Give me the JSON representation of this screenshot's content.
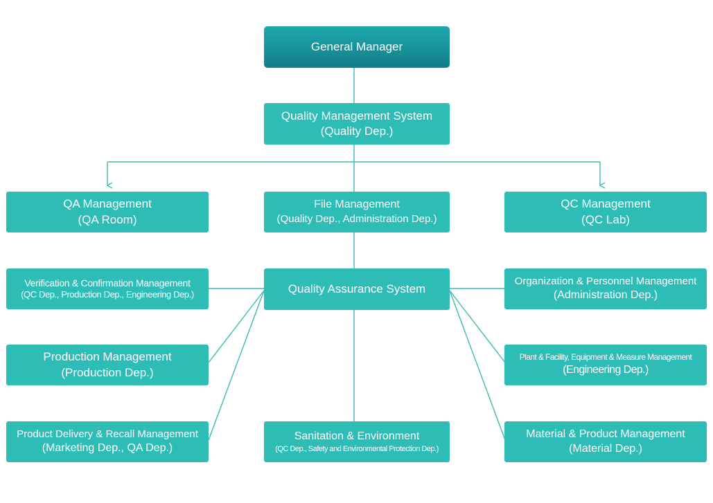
{
  "colors": {
    "node_fill": "#2dbdb6",
    "top_node_fill_start": "#1fa8ae",
    "top_node_fill_end": "#117e88",
    "connector": "#3bbab4",
    "text": "#ffffff"
  },
  "nodes": {
    "general_manager": {
      "line1": "General Manager"
    },
    "qms": {
      "line1": "Quality Management System",
      "line2": "(Quality Dep.)"
    },
    "qa_management": {
      "line1": "QA Management",
      "line2": "(QA Room)"
    },
    "file_management": {
      "line1": "File Management",
      "line2": "(Quality Dep., Administration Dep.)"
    },
    "qc_management": {
      "line1": "QC Management",
      "line2": "(QC Lab)"
    },
    "quality_assurance_system": {
      "line1": "Quality Assurance System"
    },
    "verification": {
      "line1": "Verification & Confirmation Management",
      "line2": "(QC Dep., Production Dep., Engineering Dep.)"
    },
    "production": {
      "line1": "Production Management",
      "line2": "(Production Dep.)"
    },
    "delivery": {
      "line1": "Product Delivery & Recall Management",
      "line2": "(Marketing Dep., QA Dep.)"
    },
    "sanitation": {
      "line1": "Sanitation & Environment",
      "line2": "(QC Dep., Safety and Environmental Protection Dep.)"
    },
    "organization": {
      "line1": "Organization & Personnel Management",
      "line2": "(Administration Dep.)"
    },
    "plant": {
      "line1": "Plant & Facility, Equipment & Measure Management",
      "line2": "(Engineering Dep.)"
    },
    "material": {
      "line1": "Material & Product Management",
      "line2": "(Material Dep.)"
    }
  }
}
